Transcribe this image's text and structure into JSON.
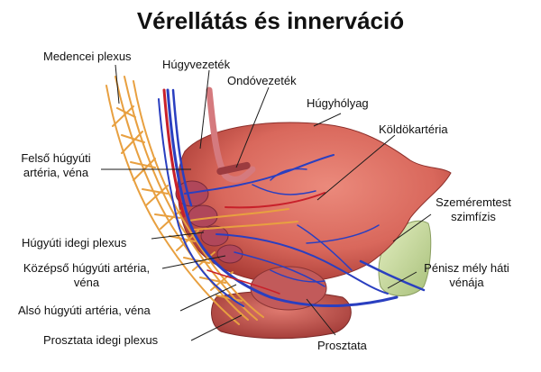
{
  "title": "Vérellátás és innerváció",
  "labels": {
    "medencei_plexus": "Medencei plexus",
    "hugyvezetek": "Húgyvezeték",
    "ondovezetek": "Ondóvezeték",
    "hugyholyag": "Húgyhólyag",
    "koldokarteria": "Köldökartéria",
    "felso_arteria_line1": "Felső húgyúti",
    "felso_arteria_line2": "artéria, véna",
    "szemeremtest_line1": "Szeméremtest",
    "szemeremtest_line2": "szimfízis",
    "hugyuti_idegi_plexus": "Húgyúti idegi plexus",
    "kozepso_line1": "Középső húgyúti artéria,",
    "kozepso_line2": "véna",
    "penisz_line1": "Pénisz mély háti",
    "penisz_line2": "vénája",
    "also_arteria": "Alsó húgyúti artéria, véna",
    "prosztata_idegi_plexus": "Prosztata idegi plexus",
    "prosztata": "Prosztata"
  },
  "colors": {
    "bladder": "#d9685c",
    "bladder_dark": "#a83a34",
    "vein": "#2a3fc0",
    "artery": "#c8202a",
    "nerve": "#e8a040",
    "symphysis": "#cfe0a8",
    "leader_line": "#1a1a1a"
  }
}
